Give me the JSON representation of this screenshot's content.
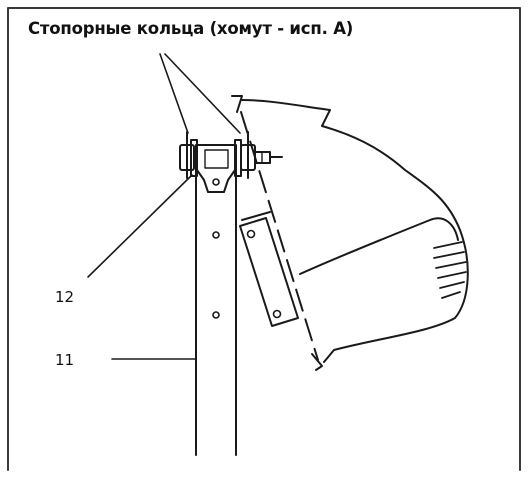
{
  "diagram": {
    "title": "Стопорные кольца (хомут - исп. А)",
    "callouts": [
      {
        "id": "12",
        "label": "12"
      },
      {
        "id": "11",
        "label": "11"
      }
    ],
    "colors": {
      "stroke": "#1a1a1a",
      "border": "#3a3a3a",
      "background": "#ffffff"
    }
  }
}
